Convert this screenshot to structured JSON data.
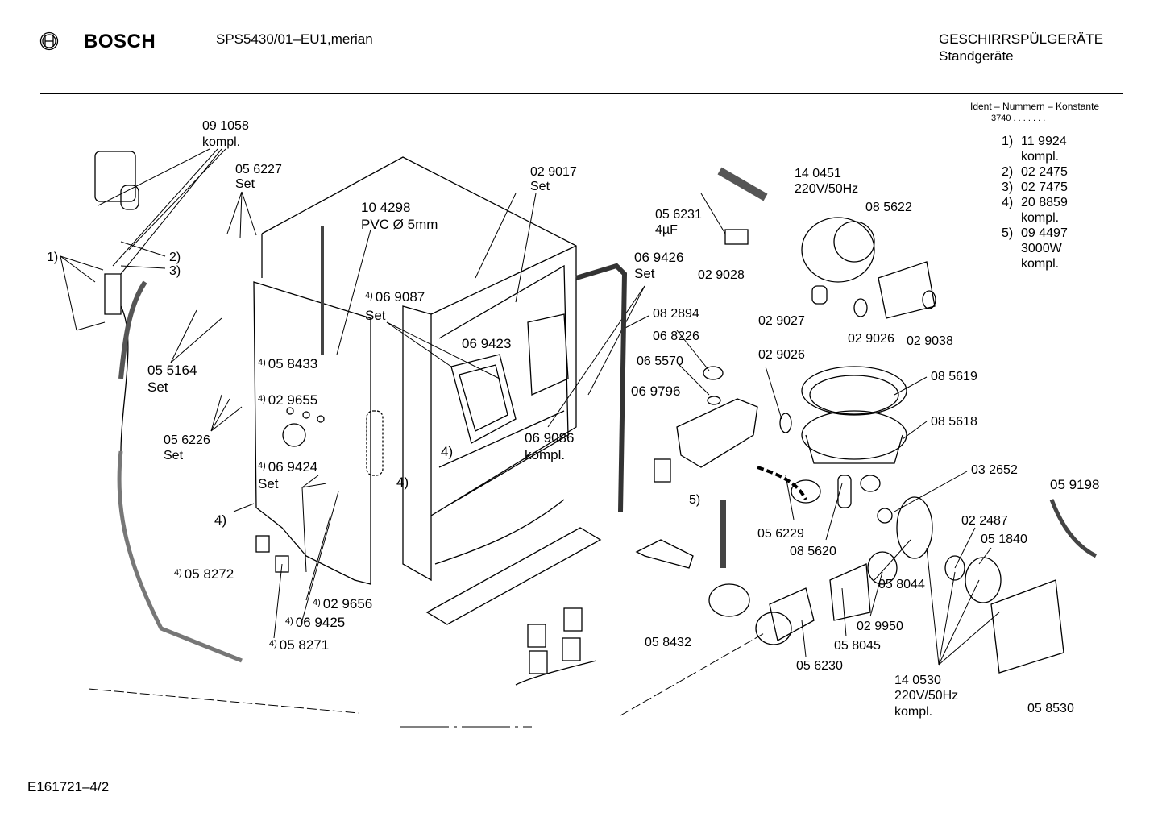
{
  "header": {
    "brand": "BOSCH",
    "model": "SPS5430/01–EU1,merian",
    "category": "GESCHIRRSPÜLGERÄTE",
    "subcategory": "Standgeräte"
  },
  "ident": {
    "title": "Ident – Nummern – Konstante",
    "code": "3740  .  .    .  .  .  .  .",
    "items": [
      {
        "n": "1)",
        "lines": [
          "11 9924",
          "kompl."
        ]
      },
      {
        "n": "2)",
        "lines": [
          "02 2475"
        ]
      },
      {
        "n": "3)",
        "lines": [
          "02 7475"
        ]
      },
      {
        "n": "4)",
        "lines": [
          "20 8859",
          "kompl."
        ]
      },
      {
        "n": "5)",
        "lines": [
          "09 4497",
          "3000W",
          "kompl."
        ]
      }
    ]
  },
  "labels": [
    {
      "text": "09 1058"
    },
    {
      "text": "kompl."
    },
    {
      "text": "05 6227"
    },
    {
      "text": "Set"
    },
    {
      "text": "02 9017"
    },
    {
      "text": "Set"
    },
    {
      "text": "10 4298"
    },
    {
      "text": "PVC Ø 5mm"
    },
    {
      "text": "05 6231"
    },
    {
      "text": "4µF"
    },
    {
      "text": "14 0451"
    },
    {
      "text": "220V/50Hz"
    },
    {
      "text": "08 5622"
    },
    {
      "text": "1)"
    },
    {
      "text": "2)"
    },
    {
      "text": "3)"
    },
    {
      "text": "06 9426"
    },
    {
      "text": "Set"
    },
    {
      "text": "02 9028"
    },
    {
      "text": "06 9087",
      "sup": "4)"
    },
    {
      "text": "Set"
    },
    {
      "text": "08 2894"
    },
    {
      "text": "02 9027"
    },
    {
      "text": "06 8226"
    },
    {
      "text": "02 9026"
    },
    {
      "text": "02 9038"
    },
    {
      "text": "06 9423"
    },
    {
      "text": "05 8433",
      "sup": "4)"
    },
    {
      "text": "02 9026"
    },
    {
      "text": "06 5570"
    },
    {
      "text": "05 5164"
    },
    {
      "text": "Set"
    },
    {
      "text": "08 5619"
    },
    {
      "text": "06 9796"
    },
    {
      "text": "02 9655",
      "sup": "4)"
    },
    {
      "text": "08 5618"
    },
    {
      "text": "05 6226"
    },
    {
      "text": "Set"
    },
    {
      "text": "06 9086"
    },
    {
      "text": "kompl."
    },
    {
      "text": "4)"
    },
    {
      "text": "06 9424",
      "sup": "4)"
    },
    {
      "text": "Set"
    },
    {
      "text": "03 2652"
    },
    {
      "text": "4)"
    },
    {
      "text": "05 9198"
    },
    {
      "text": "5)"
    },
    {
      "text": "4)"
    },
    {
      "text": "02 2487"
    },
    {
      "text": "05 1840"
    },
    {
      "text": "05 6229"
    },
    {
      "text": "08 5620"
    },
    {
      "text": "05 8272",
      "sup": "4)"
    },
    {
      "text": "02 9656",
      "sup": "4)"
    },
    {
      "text": "05 8044"
    },
    {
      "text": "06 9425",
      "sup": "4)"
    },
    {
      "text": "02 9950"
    },
    {
      "text": "05 8432"
    },
    {
      "text": "05 8271",
      "sup": "4)"
    },
    {
      "text": "05 8045"
    },
    {
      "text": "05 6230"
    },
    {
      "text": "14 0530"
    },
    {
      "text": "220V/50Hz"
    },
    {
      "text": "kompl."
    },
    {
      "text": "05 8530"
    }
  ],
  "footer": {
    "drawing_id": "E161721–4/2"
  }
}
